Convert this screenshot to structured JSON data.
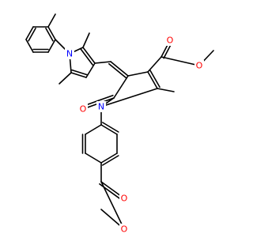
{
  "molecule": {
    "bond_color": "#000000",
    "atom_colors": {
      "O": "#ff0000",
      "N": "#0000ff"
    },
    "atoms": {
      "N_top": "N",
      "N_mid": "N",
      "O_ester1_carbonyl": "O",
      "O_ester1_ether": "O",
      "O_lactam": "O",
      "O_ester2_carbonyl": "O",
      "O_ester2_ether": "O"
    }
  }
}
